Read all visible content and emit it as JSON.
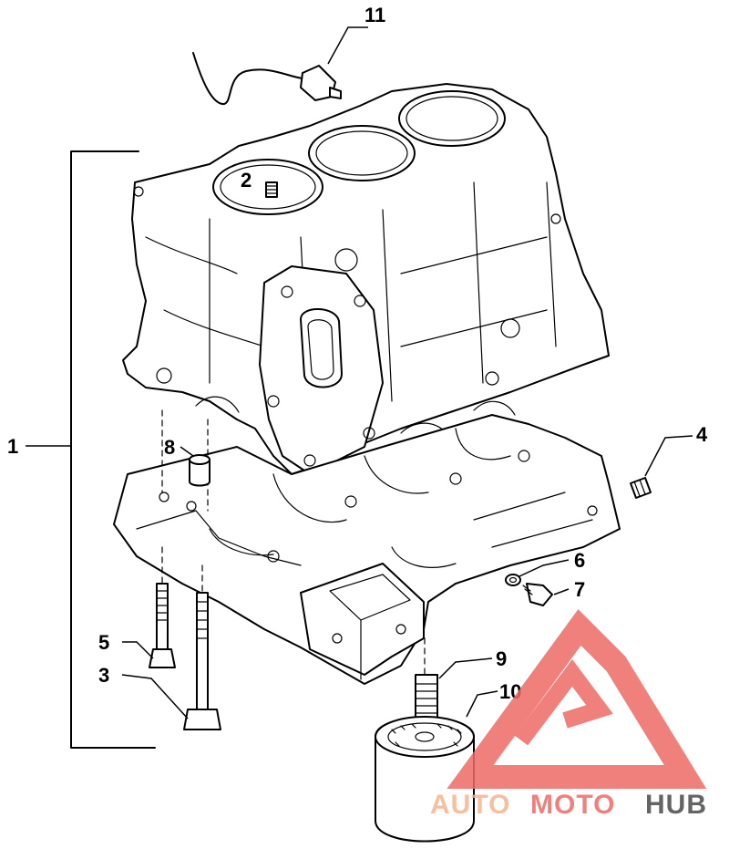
{
  "callouts": {
    "c1": "1",
    "c2": "2",
    "c3": "3",
    "c4": "4",
    "c5": "5",
    "c6": "6",
    "c7": "7",
    "c8": "8",
    "c9": "9",
    "c10": "10",
    "c11": "11"
  },
  "watermark": {
    "part1": "AUTO",
    "part2": "MOTO",
    "part3": "HUB",
    "color_light": "#f6b48f",
    "color_accent": "#ee6b66",
    "color_dark": "#4a4a4a"
  }
}
